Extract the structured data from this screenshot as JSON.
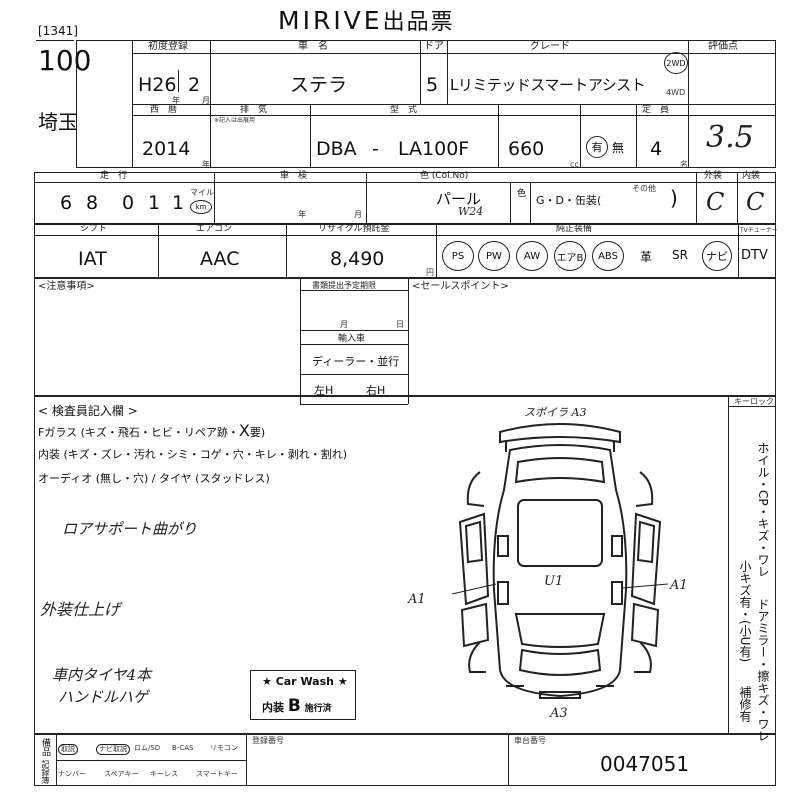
{
  "header": {
    "brand": "MIRIVE",
    "title_suffix": "出品票"
  },
  "lot": {
    "session": "[1341]",
    "number": "100",
    "location": "埼玉"
  },
  "labels": {
    "first_reg": "初度登録",
    "car_name": "車　名",
    "doors": "ドア",
    "grade": "グレード",
    "rating": "評価点",
    "year": "西　暦",
    "year_note": "※記入は出展用",
    "displacement": "排　気",
    "model": "型　式",
    "capacity": "定　員",
    "mileage": "走　行",
    "shaken": "車　検",
    "color": "色",
    "color_no": "色 (Col.No)",
    "exterior": "外装",
    "interior": "内装",
    "shift": "シフト",
    "aircon": "エアコン",
    "recycle": "リサイクル預託金",
    "equipment": "純正装備",
    "tv": "TVチューナー",
    "notes": "注意事項",
    "report_deadline": "書類提出予定期限",
    "import": "輸入車",
    "dealer": "ディーラー・並行",
    "handle_left": "左H",
    "handle_right": "右H",
    "sales_point": "セールスポイント",
    "inspector": "検査員記入欄",
    "keylock": "キーロック",
    "registration_no": "登録番号",
    "entry_no": "車台番号",
    "nen": "年",
    "tsuki": "月",
    "nichi": "日",
    "cc": "cc",
    "mei": "名",
    "yen": "円"
  },
  "vehicle": {
    "first_reg_era": "H26",
    "first_reg_month": "2",
    "car_name": "ステラ",
    "doors": "5",
    "grade": "Lリミテッドスマートアシスト",
    "drive_2wd": "2WD",
    "drive_4wd": "4WD",
    "year": "2014",
    "model_prefix": "DBA",
    "model_dash": "-",
    "model_code": "LA100F",
    "displacement": "660",
    "fuel_yes": "有",
    "fuel_none": "無",
    "capacity": "4",
    "rating": "3.5",
    "mileage_digits": [
      "6",
      "8",
      "0",
      "1",
      "1"
    ],
    "mile_unit": "マイル",
    "km_unit": "km",
    "color": "パール",
    "color_code": "W24",
    "color_options": "G・D・缶装(",
    "color_other": "その他",
    "exterior_grade": "C",
    "interior_grade": "C",
    "shift": "IAT",
    "aircon": "AAC",
    "recycle": "8,490",
    "equipment_circled": [
      "PS",
      "PW",
      "AW",
      "エアB",
      "ABS"
    ],
    "equipment_plain": [
      "革",
      "SR"
    ],
    "equipment_navi": "ナビ",
    "tv": "DTV"
  },
  "inspector": {
    "line1": "Fガラス (キズ・飛石・ヒビ・リペア跡・",
    "line1_mark": "X",
    "line1_end": "要)",
    "line2": "内装 (キズ・ズレ・汚れ・シミ・コゲ・穴・キレ・剥れ・割れ)",
    "line3": "オーディオ (無し・穴) / タイヤ (スタッドレス)",
    "hand1": "ロアサポート曲がり",
    "hand2": "外装仕上げ",
    "hand3": "車内タイヤ4本",
    "hand4": "ハンドルハゲ"
  },
  "carwash": {
    "title": "★ Car Wash ★",
    "interior_label": "内装",
    "grade": "B",
    "done": "施行済"
  },
  "diagram": {
    "top": "スポイラ A3",
    "left": "A1",
    "right": "A1",
    "center": "U1",
    "bottom": "A3"
  },
  "right_notes": {
    "col1": "ホイル・CP・キズ・ワレ",
    "col2": "ドアミラー・擦キズ・ワレ",
    "col3": "小キズ有・(小U有)",
    "col4": "補修有"
  },
  "bottom": {
    "cells": [
      "取説",
      "ナビ取説",
      "ロム/SD",
      "B-CAS",
      "リモコン"
    ],
    "cells2": [
      "ナンバー",
      "スペアキー",
      "キーレス",
      "スマートキー"
    ],
    "vertical1": "備品",
    "vertical2": "記録簿",
    "entry_number": "0047051"
  }
}
